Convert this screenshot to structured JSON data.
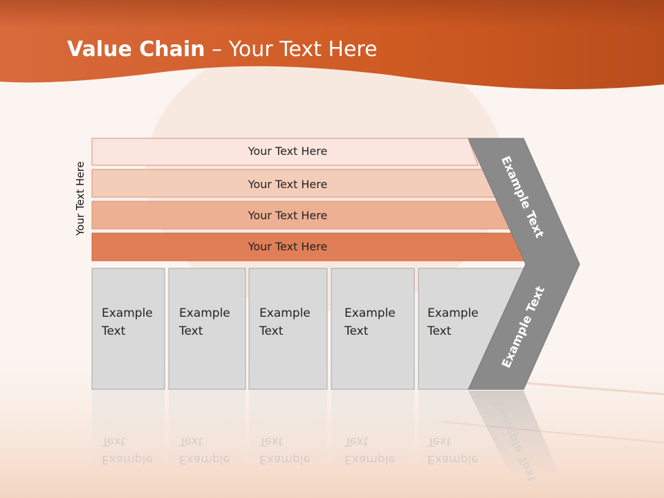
{
  "header": {
    "title_bold": "Value Chain",
    "title_rest": " – Your Text Here"
  },
  "side_label": "Your Text Here",
  "bands": [
    {
      "label": "Your Text Here",
      "color": "#fbe6df"
    },
    {
      "label": "Your Text Here",
      "color": "#f4cdb9"
    },
    {
      "label": "Your Text Here",
      "color": "#eeb093"
    },
    {
      "label": "Your Text Here",
      "color": "#e07f57"
    }
  ],
  "boxes": [
    {
      "line1": "Example",
      "line2": "Text"
    },
    {
      "line1": "Example",
      "line2": "Text"
    },
    {
      "line1": "Example",
      "line2": "Text"
    },
    {
      "line1": "Example",
      "line2": "Text"
    },
    {
      "line1": "Example",
      "line2": "Text"
    }
  ],
  "chevron": {
    "upper_label": "Example Text",
    "lower_label": "Example Text"
  },
  "colors": {
    "header": "#d2622f",
    "box_fill": "#d9d9d9",
    "chevron_fill": "#8a8a8a"
  }
}
